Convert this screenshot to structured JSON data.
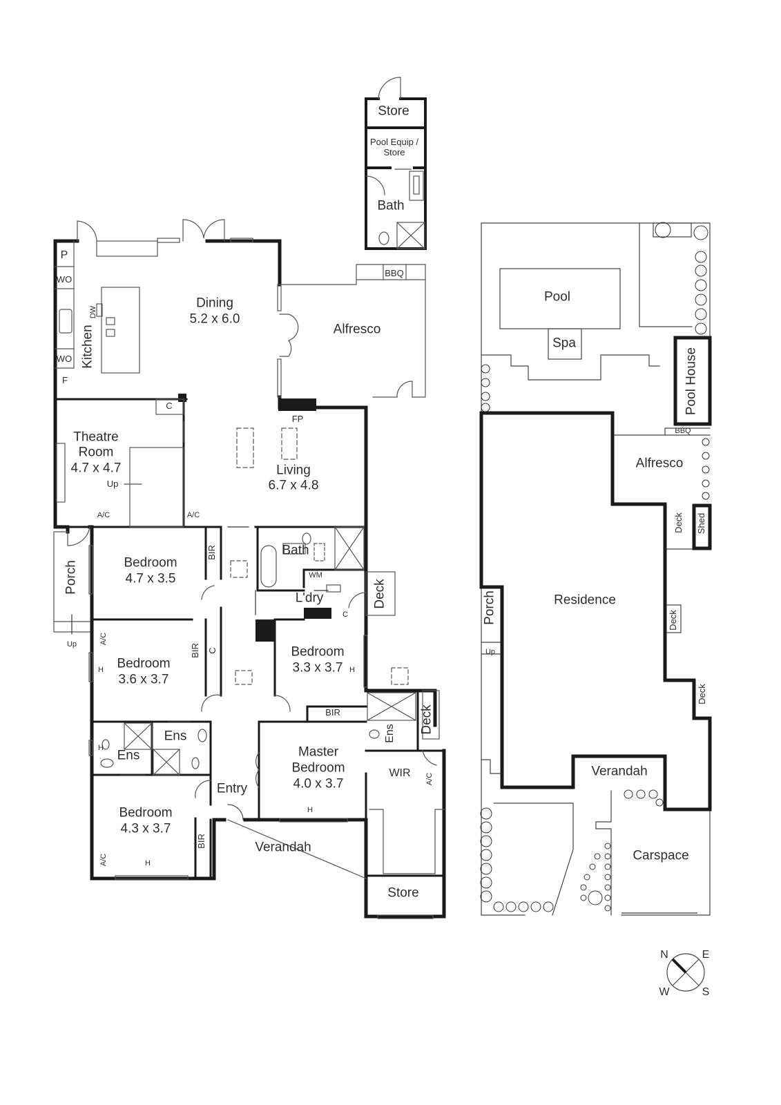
{
  "plan": {
    "colors": {
      "wall": "#1a1a1a",
      "line": "#555555",
      "background": "#ffffff"
    },
    "main_floor": {
      "rooms": [
        {
          "name": "Dining",
          "size": "5.2 x 6.0"
        },
        {
          "name": "Kitchen"
        },
        {
          "name": "Alfresco"
        },
        {
          "name": "Theatre Room",
          "line1": "Theatre",
          "line2": "Room",
          "size": "4.7 x 4.7"
        },
        {
          "name": "Living",
          "size": "6.7 x 4.8"
        },
        {
          "name": "Bedroom",
          "size": "4.7 x 3.5"
        },
        {
          "name": "Bedroom",
          "size": "3.6 x 3.7"
        },
        {
          "name": "Bedroom",
          "size": "3.3 x 3.7"
        },
        {
          "name": "Bedroom",
          "size": "4.3 x 3.7"
        },
        {
          "name": "Master Bedroom",
          "line1": "Master",
          "line2": "Bedroom",
          "size": "4.0 x 3.7"
        },
        {
          "name": "Bath"
        },
        {
          "name": "L'dry"
        },
        {
          "name": "Ens"
        },
        {
          "name": "Ens"
        },
        {
          "name": "Ens"
        },
        {
          "name": "Entry"
        },
        {
          "name": "Verandah"
        },
        {
          "name": "WIR"
        },
        {
          "name": "Store"
        },
        {
          "name": "Porch"
        },
        {
          "name": "Deck"
        },
        {
          "name": "Deck"
        }
      ],
      "fixtures": {
        "pantry": "P",
        "wall_oven": "WO",
        "fridge": "F",
        "dishwasher": "DW",
        "bbq": "BBQ",
        "fireplace": "FP",
        "cupboard": "C",
        "bir": "BIR",
        "ac": "A/C",
        "heater": "H",
        "washing_machine": "WM",
        "stairs_up": "Up"
      }
    },
    "pool_building": {
      "rooms": [
        {
          "name": "Store"
        },
        {
          "name": "Pool Equip / Store",
          "line1": "Pool Equip /",
          "line2": "Store"
        },
        {
          "name": "Bath"
        }
      ]
    },
    "site_plan": {
      "areas": [
        {
          "name": "Pool"
        },
        {
          "name": "Spa"
        },
        {
          "name": "Pool House"
        },
        {
          "name": "Alfresco"
        },
        {
          "name": "BBQ"
        },
        {
          "name": "Deck"
        },
        {
          "name": "Shed"
        },
        {
          "name": "Residence"
        },
        {
          "name": "Porch"
        },
        {
          "name": "Up"
        },
        {
          "name": "Deck"
        },
        {
          "name": "Deck"
        },
        {
          "name": "Verandah"
        },
        {
          "name": "Carspace"
        }
      ]
    },
    "compass": {
      "n": "N",
      "e": "E",
      "s": "S",
      "w": "W"
    }
  }
}
